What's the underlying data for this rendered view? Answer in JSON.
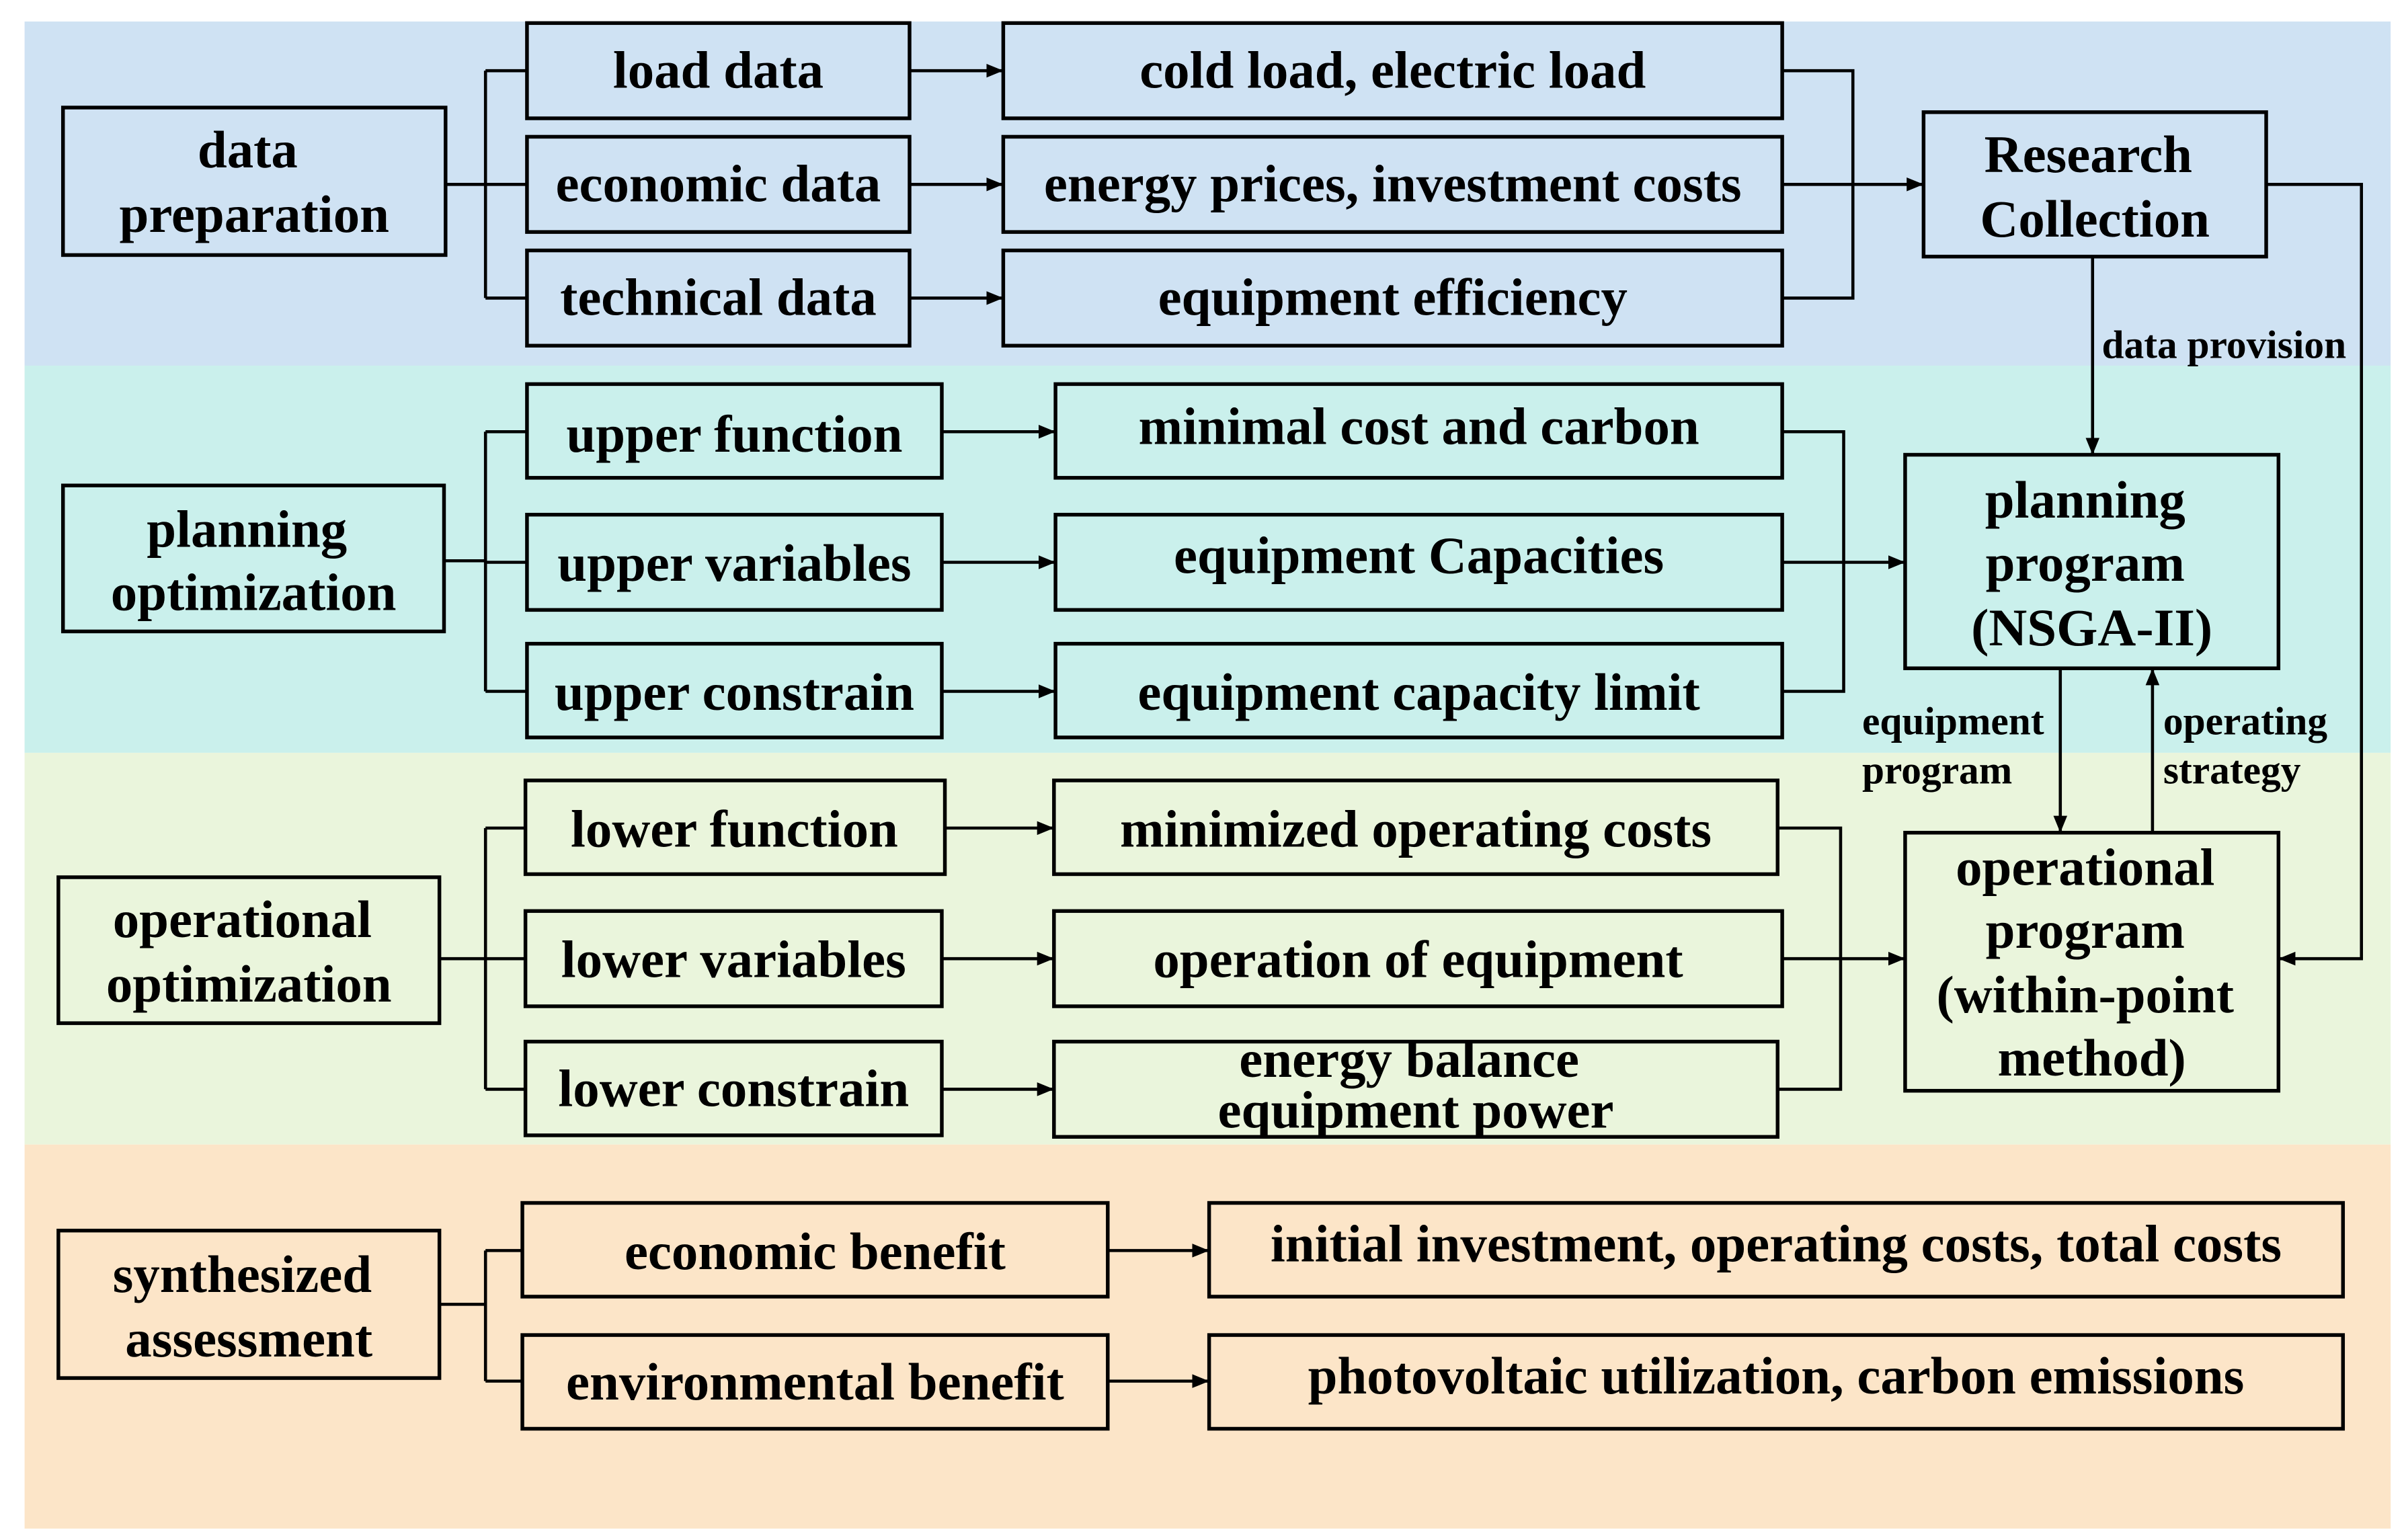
{
  "diagram": {
    "data_preparation": {
      "stage": [
        "data",
        "preparation"
      ],
      "items": [
        "load data",
        "economic data",
        "technical data"
      ],
      "details": [
        "cold load, electric load",
        "energy prices, investment costs",
        "equipment efficiency"
      ]
    },
    "planning_optimization": {
      "stage": [
        "planning",
        "optimization"
      ],
      "items": [
        "upper function",
        "upper variables",
        "upper constrain"
      ],
      "details": [
        "minimal cost and carbon",
        "equipment Capacities",
        "equipment capacity limit"
      ]
    },
    "operational_optimization": {
      "stage": [
        "operational",
        "optimization"
      ],
      "items": [
        "lower function",
        "lower variables",
        "lower constrain"
      ],
      "details": [
        "minimized operating costs",
        "operation of equipment",
        [
          "energy balance",
          "equipment power"
        ]
      ]
    },
    "synthesized_assessment": {
      "stage": [
        "synthesized",
        "assessment"
      ],
      "items": [
        "economic benefit",
        "environmental benefit"
      ],
      "details": [
        "initial investment, operating costs, total costs",
        "photovoltaic utilization, carbon emissions"
      ]
    },
    "research_collection": [
      "Research",
      "Collection"
    ],
    "planning_program": [
      "planning",
      "program",
      "(NSGA-II)"
    ],
    "operational_program": [
      "operational",
      "program",
      "(within-point",
      "method)"
    ],
    "flow_labels": {
      "data_provision": "data provision",
      "equipment_program": [
        "equipment",
        "program"
      ],
      "operating_strategy": [
        "operating",
        "strategy"
      ]
    }
  },
  "colors": {
    "band_data_preparation": "#cfe2f3",
    "band_planning_optimization": "#caf0ec",
    "band_operational_optimization": "#eaf5dc",
    "band_synthesized_assessment": "#fce5c8"
  }
}
